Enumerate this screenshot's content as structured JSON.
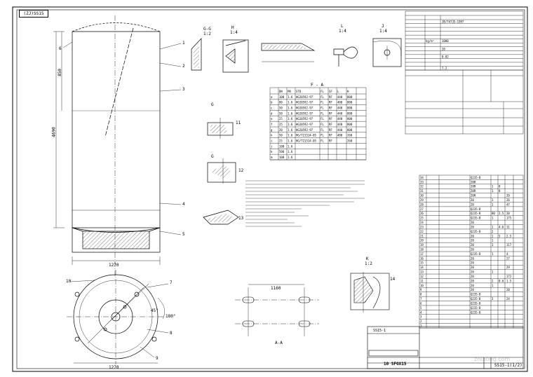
{
  "sheet": {
    "top_tag": "(ZJ)SS15",
    "drawing_title": "10 SFGX15",
    "drawing_number": "SS15-1(1/2)",
    "sheet_tag": "SS15-1",
    "watermark": "zhulong.com"
  },
  "views": {
    "detail_h": "H",
    "detail_h_scale": "1:4",
    "detail_g": "G-G",
    "detail_g_scale": "1:2",
    "detail_l": "L",
    "detail_l_scale": "1:4",
    "detail_j": "J",
    "detail_j_scale": "1:4",
    "detail_k": "K",
    "detail_k_scale": "1:2",
    "detail_aa": "A-A",
    "section_g": "G",
    "section_g2": "G",
    "nozzle_table_title": "F - A"
  },
  "dimensions": {
    "plan_dia": "1270",
    "base_width": "1270",
    "anchor_spacing": "1160",
    "angle_a": "45°",
    "angle_b": "180°",
    "height_a": "4690",
    "height_b": "850"
  },
  "leaders": [
    "1",
    "2",
    "3",
    "4",
    "5",
    "6",
    "7",
    "8",
    "9",
    "10",
    "11",
    "12",
    "13",
    "14"
  ],
  "nozzle_table": {
    "headers": [
      "",
      "DN",
      "PN",
      "STD",
      "FL",
      "SF",
      "L",
      "H"
    ],
    "rows": [
      [
        "a",
        "100",
        "1.6",
        "HG20592-97",
        "FL",
        "RF",
        "440",
        "800"
      ],
      [
        "b",
        "80",
        "1.6",
        "HG20592-97",
        "FL",
        "RF",
        "400",
        "800"
      ],
      [
        "c",
        "50",
        "1.6",
        "HG20592-97",
        "FL",
        "RF",
        "440",
        "800"
      ],
      [
        "d",
        "50",
        "1.6",
        "HG20592-97",
        "FL",
        "RF",
        "440",
        "800"
      ],
      [
        "e",
        "25",
        "1.6",
        "HG20592-97",
        "FL",
        "RF",
        "440",
        "800"
      ],
      [
        "f",
        "25",
        "1.6",
        "HG20592-97",
        "FL",
        "RF",
        "440",
        "800"
      ],
      [
        "g",
        "20",
        "1.6",
        "HG20592-97",
        "FL",
        "RF",
        "440",
        "800"
      ],
      [
        "h",
        "50",
        "1.6",
        "HG/T21514-05",
        "FL",
        "RF",
        "400",
        "260"
      ],
      [
        "i",
        "25",
        "1.6",
        "HG/T21514-05",
        "FL",
        "RF",
        "",
        "260"
      ],
      [
        "j",
        "100",
        "1.6",
        "",
        "",
        "",
        "",
        ""
      ],
      [
        "k",
        "500",
        "1.6",
        "",
        "",
        "",
        "",
        ""
      ],
      [
        "m",
        "100",
        "1.6",
        "",
        "",
        "",
        "",
        ""
      ]
    ]
  },
  "bom": {
    "rows": [
      [
        "34",
        "",
        "Q235-B",
        "",
        "",
        ""
      ],
      [
        "33",
        "",
        "20R",
        "",
        "",
        ""
      ],
      [
        "32",
        "",
        "20R",
        "1",
        "8",
        ""
      ],
      [
        "31",
        "",
        "20R",
        "1",
        "8",
        ""
      ],
      [
        "30",
        "",
        "20R",
        "",
        "",
        "20"
      ],
      [
        "29",
        "",
        "20",
        "1",
        "",
        "26"
      ],
      [
        "28",
        "",
        "20",
        "1",
        "",
        "47"
      ],
      [
        "27",
        "",
        "Q235-B",
        "",
        "",
        ""
      ],
      [
        "26",
        "",
        "Q235-B",
        "80",
        "2.5",
        "20"
      ],
      [
        "25",
        "",
        "Q235-B",
        "1",
        "",
        "175"
      ],
      [
        "24",
        "",
        "20",
        "",
        "",
        ""
      ],
      [
        "23",
        "",
        "20",
        "1",
        "4.6",
        "11"
      ],
      [
        "22",
        "",
        "Q235-B",
        "2",
        "",
        ""
      ],
      [
        "21",
        "",
        "20",
        "1",
        "5",
        "2.5"
      ],
      [
        "20",
        "",
        "20",
        "1",
        "",
        ""
      ],
      [
        "19",
        "",
        "20",
        "1",
        "",
        "117"
      ],
      [
        "18",
        "",
        "20",
        "",
        "",
        ""
      ],
      [
        "17",
        "",
        "Q235-B",
        "1",
        "",
        "4"
      ],
      [
        "16",
        "",
        "20",
        "",
        "",
        "27"
      ],
      [
        "15",
        "",
        "20",
        "",
        "",
        ""
      ],
      [
        "14",
        "",
        "20",
        "",
        "",
        "29"
      ],
      [
        "13",
        "",
        "20",
        "1",
        "",
        ""
      ],
      [
        "12",
        "",
        "20",
        "",
        "",
        "172"
      ],
      [
        "11",
        "",
        "20",
        "2",
        "0.6",
        "1.5"
      ],
      [
        "10",
        "",
        "20",
        "1",
        "",
        ""
      ],
      [
        "9",
        "",
        "20",
        "",
        "",
        "20"
      ],
      [
        "8",
        "",
        "Q235-B",
        "",
        "",
        ""
      ],
      [
        "7",
        "",
        "Q235-B",
        "3",
        "",
        "24"
      ],
      [
        "6",
        "",
        "Q235-B",
        "",
        "",
        ""
      ],
      [
        "5",
        "",
        "Q235-B",
        "",
        "",
        ""
      ],
      [
        "4",
        "",
        "Q235-B",
        "",
        "",
        ""
      ],
      [
        "3",
        "",
        "",
        "",
        "",
        ""
      ],
      [
        "2",
        "",
        "",
        "",
        "",
        ""
      ],
      [
        "1",
        "",
        "",
        "",
        "",
        ""
      ]
    ]
  },
  "spec_table": {
    "rows": [
      [
        "",
        "",
        "JB/T4735-1997"
      ],
      [
        "",
        "",
        ""
      ],
      [
        "",
        "",
        ""
      ],
      [
        "",
        "",
        ""
      ],
      [
        "",
        "",
        ""
      ],
      [
        "kg/m³",
        "",
        "1000"
      ],
      [
        "",
        "",
        ""
      ],
      [
        "",
        "",
        "20"
      ],
      [
        "",
        "",
        ""
      ],
      [
        "",
        "",
        "0.02"
      ],
      [
        "",
        "",
        ""
      ],
      [
        "",
        "",
        ""
      ],
      [
        "",
        "",
        "7.2"
      ]
    ]
  }
}
